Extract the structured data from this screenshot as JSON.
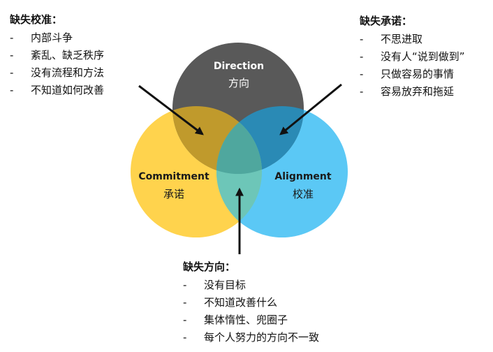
{
  "circles": {
    "direction": {
      "en": "Direction",
      "zh": "方向",
      "color": "#595959"
    },
    "commitment": {
      "en": "Commitment",
      "zh": "承诺",
      "color": "#FFD34D"
    },
    "alignment": {
      "en": "Alignment",
      "zh": "校准",
      "color": "#5BC8F5"
    },
    "overlap_dir_com": "#C09A2C",
    "overlap_dir_ali": "#2A8AB5",
    "overlap_com_ali": "#6DC6B8",
    "overlap_center": "#4FA79E"
  },
  "missing_alignment": {
    "title": "缺失校准：",
    "items": [
      "内部斗争",
      "紊乱、缺乏秩序",
      "没有流程和方法",
      "不知道如何改善"
    ]
  },
  "missing_commitment": {
    "title": "缺失承诺：",
    "items": [
      "不思进取",
      "没有人“说到做到”",
      "只做容易的事情",
      "容易放弃和拖延"
    ]
  },
  "missing_direction": {
    "title": "缺失方向：",
    "items": [
      "没有目标",
      "不知道改善什么",
      "集体惰性、兜圈子",
      "每个人努力的方向不一致"
    ]
  },
  "dash": "-"
}
